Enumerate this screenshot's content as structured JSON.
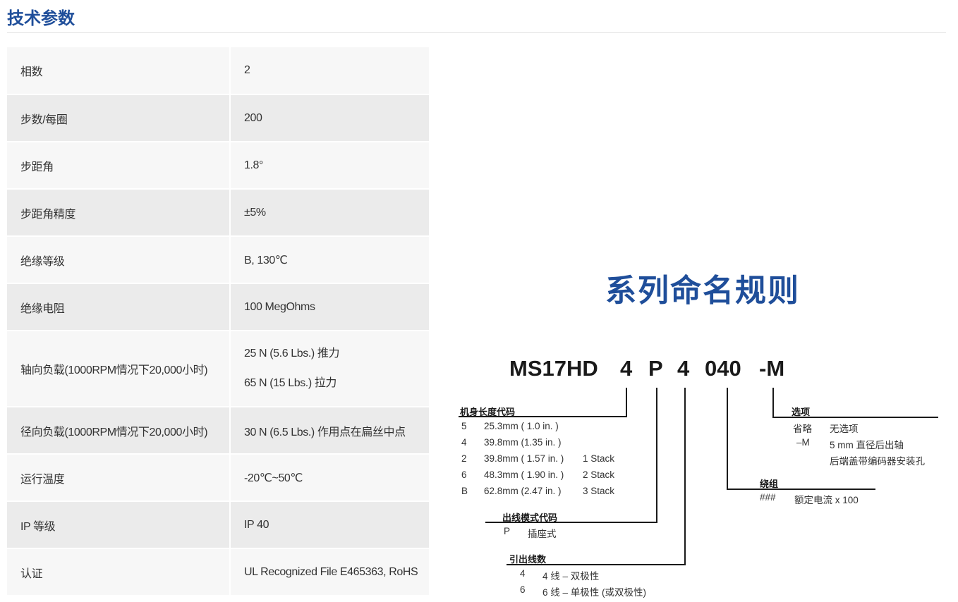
{
  "section_title": "技术参数",
  "specs": [
    {
      "label": "相数",
      "value": "2"
    },
    {
      "label": "步数/每圈",
      "value": "200"
    },
    {
      "label": "步距角",
      "value": "1.8°"
    },
    {
      "label": "步距角精度",
      "value": "±5%"
    },
    {
      "label": "绝缘等级",
      "value": "B, 130℃"
    },
    {
      "label": "绝缘电阻",
      "value": "100 MegOhms"
    },
    {
      "label": "轴向负载(1000RPM情况下20,000小时)",
      "values": [
        "25 N (5.6 Lbs.) 推力",
        "65 N (15 Lbs.) 拉力"
      ]
    },
    {
      "label": "径向负载(1000RPM情况下20,000小时)",
      "value": "30 N (6.5 Lbs.) 作用点在扁丝中点"
    },
    {
      "label": "运行温度",
      "value": "-20℃~50℃"
    },
    {
      "label": "IP 等级",
      "value": "IP 40"
    },
    {
      "label": "认证",
      "value": "UL Recognized File E465363, RoHS"
    }
  ],
  "naming": {
    "title": "系列命名规则",
    "code_parts": [
      "MS17HD",
      "4",
      "P",
      "4",
      "040",
      "-M"
    ],
    "length": {
      "label": "机身长度代码",
      "rows": [
        {
          "code": "5",
          "size": "25.3mm ( 1.0 in. )",
          "stack": ""
        },
        {
          "code": "4",
          "size": "39.8mm (1.35 in. )",
          "stack": ""
        },
        {
          "code": "2",
          "size": "39.8mm ( 1.57 in. )",
          "stack": "1 Stack"
        },
        {
          "code": "6",
          "size": "48.3mm ( 1.90 in. )",
          "stack": "2 Stack"
        },
        {
          "code": "B",
          "size": "62.8mm (2.47 in. )",
          "stack": "3 Stack"
        }
      ]
    },
    "connector": {
      "label": "出线模式代码",
      "code": "P",
      "desc": "插座式"
    },
    "leads": {
      "label": "引出线数",
      "rows": [
        {
          "code": "4",
          "desc": "4 线 – 双极性"
        },
        {
          "code": "6",
          "desc": "6 线 – 单极性 (或双极性)"
        }
      ]
    },
    "winding": {
      "label": "绕组",
      "code": "###",
      "desc": "额定电流 x 100"
    },
    "options": {
      "label": "选项",
      "rows": [
        {
          "code": "省略",
          "desc": "无选项"
        },
        {
          "code": "–M",
          "desc": "5 mm 直径后出轴"
        },
        {
          "code": "",
          "desc": "后端盖带编码器安装孔"
        }
      ]
    }
  }
}
